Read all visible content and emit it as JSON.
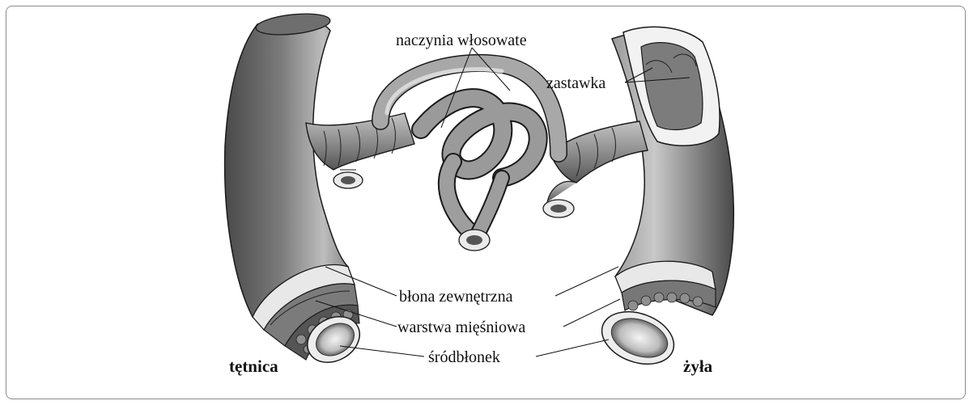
{
  "labels": {
    "capillaries": "naczynia włosowate",
    "valve": "zastawka",
    "outer_membrane": "błona zewnętrzna",
    "muscle_layer": "warstwa mięśniowa",
    "endothelium": "śródbłonek",
    "artery": "tętnica",
    "vein": "żyła"
  },
  "colors": {
    "vessel_dark": "#5a5a5a",
    "vessel_mid": "#8d8d8d",
    "vessel_light": "#cfcfcf",
    "outline": "#1a1a1a",
    "frame": "#8c8c8c"
  }
}
